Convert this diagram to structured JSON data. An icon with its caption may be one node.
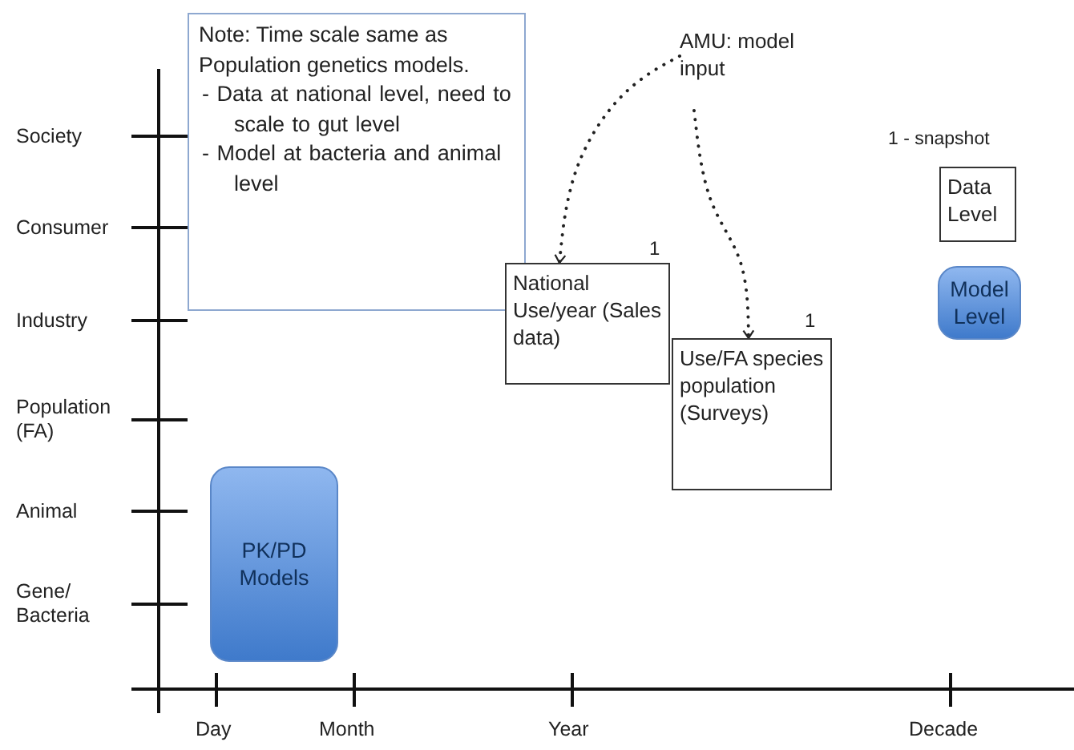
{
  "diagram": {
    "nodes": [
      {
        "text": [
          "Note:  Time scale same as Population genetics models.",
          "- Data at national level, need to scale to gut level",
          "- Model at bacteria and animal level"
        ]
      },
      {
        "text": [
          "AMU: model input"
        ]
      },
      {
        "text": [
          "National Use/year (Sales data)"
        ],
        "beside": [
          "1"
        ]
      },
      {
        "text": [
          "Use/FA species population (Surveys)"
        ],
        "beside": [
          "1"
        ]
      },
      {
        "text": [
          "Data Level"
        ]
      },
      {
        "text": [
          "Model Level"
        ]
      },
      {
        "text": [
          "PK/PD Models"
        ]
      }
    ],
    "edges": [
      {
        "from": 1,
        "to": 2,
        "arrow": "to",
        "style": "dashed"
      },
      {
        "from": 1,
        "to": 3,
        "arrow": "to",
        "style": "dashed"
      }
    ],
    "labels": [
      "Society",
      "Consumer",
      "Industry",
      "Population (FA)",
      "Animal",
      "Gene/ Bacteria",
      "1 - snapshot",
      "Day",
      "Month",
      "Year",
      "Decade"
    ]
  }
}
